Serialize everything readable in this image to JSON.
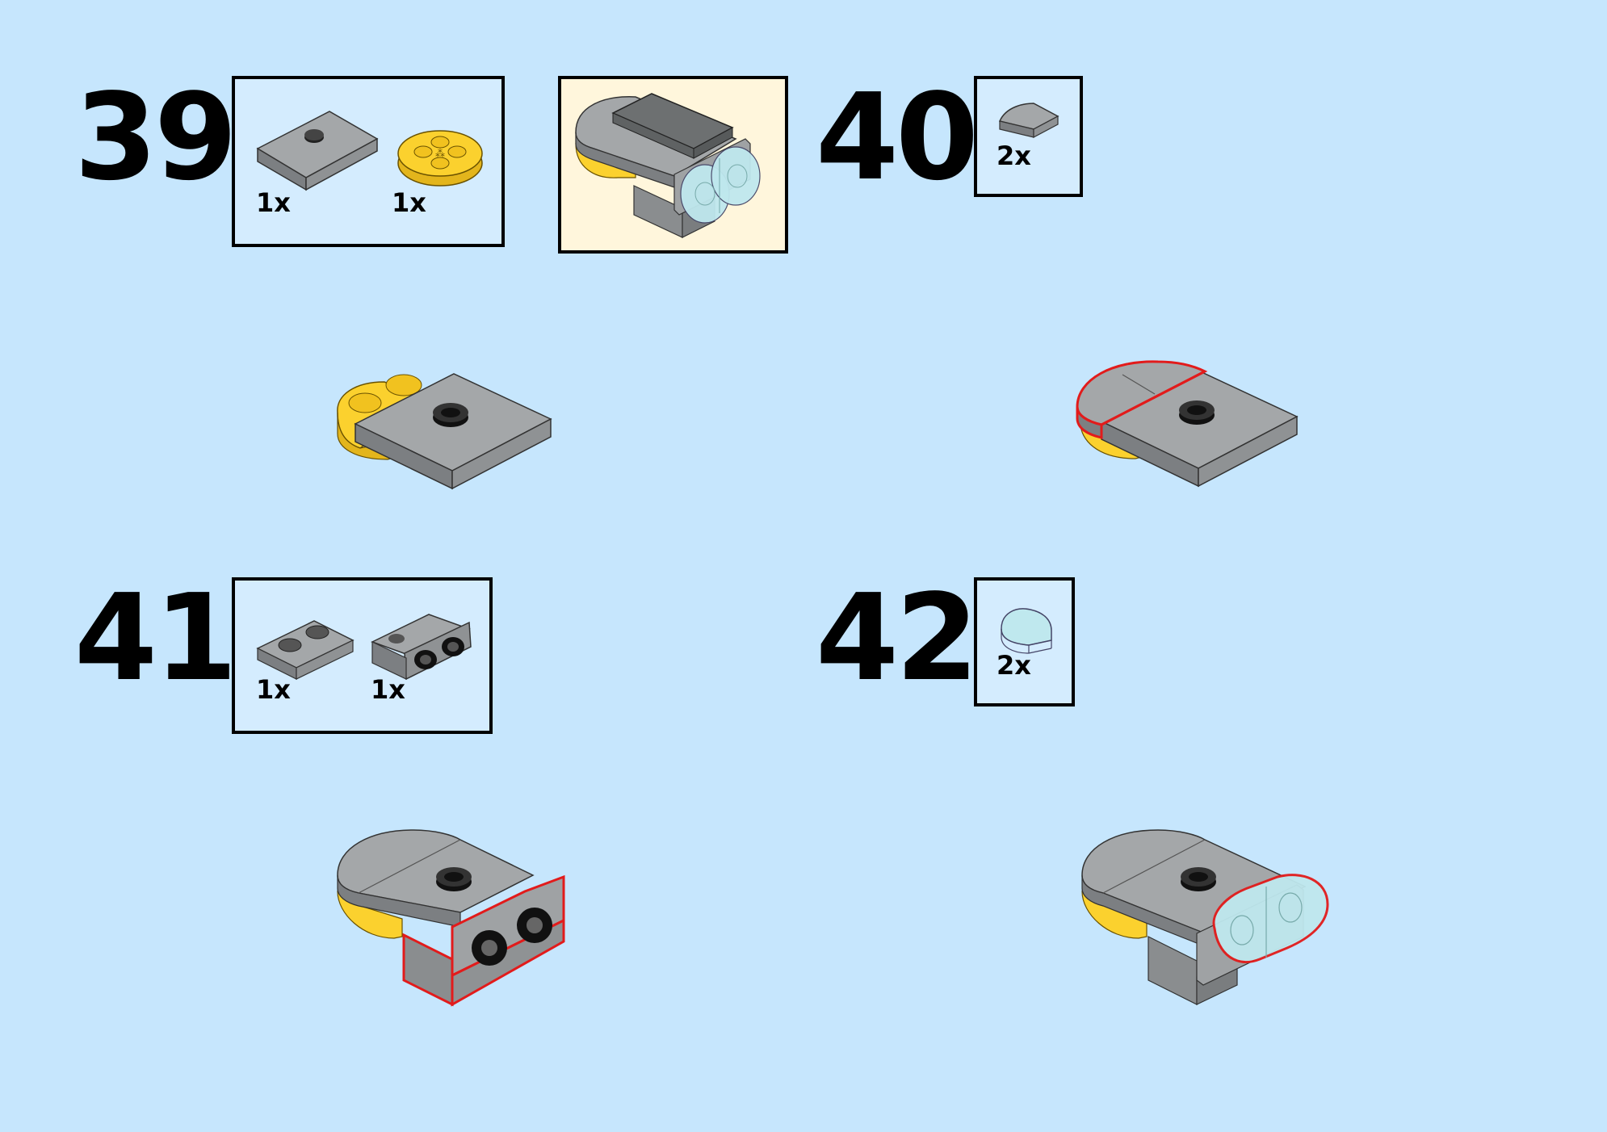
{
  "colors": {
    "background": "#c6e6fd",
    "parts_box": "#d4ecfe",
    "callout": "#fff6dc",
    "gray_part": "#9a9d9f",
    "yellow_part": "#fbd12e",
    "trans_light_blue_part": "#bfe8ee",
    "highlight_outline": "#e21b1b"
  },
  "steps": [
    {
      "number": "39",
      "parts": [
        {
          "icon": "plate-2x2-jumper-gray-icon",
          "qty": "1x"
        },
        {
          "icon": "round-plate-2x2-yellow-icon",
          "qty": "1x"
        }
      ],
      "callout": {
        "icon": "subassembly-preview-icon"
      }
    },
    {
      "number": "40",
      "parts": [
        {
          "icon": "quarter-round-tile-gray-icon",
          "qty": "2x"
        }
      ]
    },
    {
      "number": "41",
      "parts": [
        {
          "icon": "plate-1x2-gray-icon",
          "qty": "1x"
        },
        {
          "icon": "bracket-1x2-gray-icon",
          "qty": "1x"
        }
      ]
    },
    {
      "number": "42",
      "parts": [
        {
          "icon": "round-tile-trans-light-blue-icon",
          "qty": "2x"
        }
      ]
    }
  ]
}
